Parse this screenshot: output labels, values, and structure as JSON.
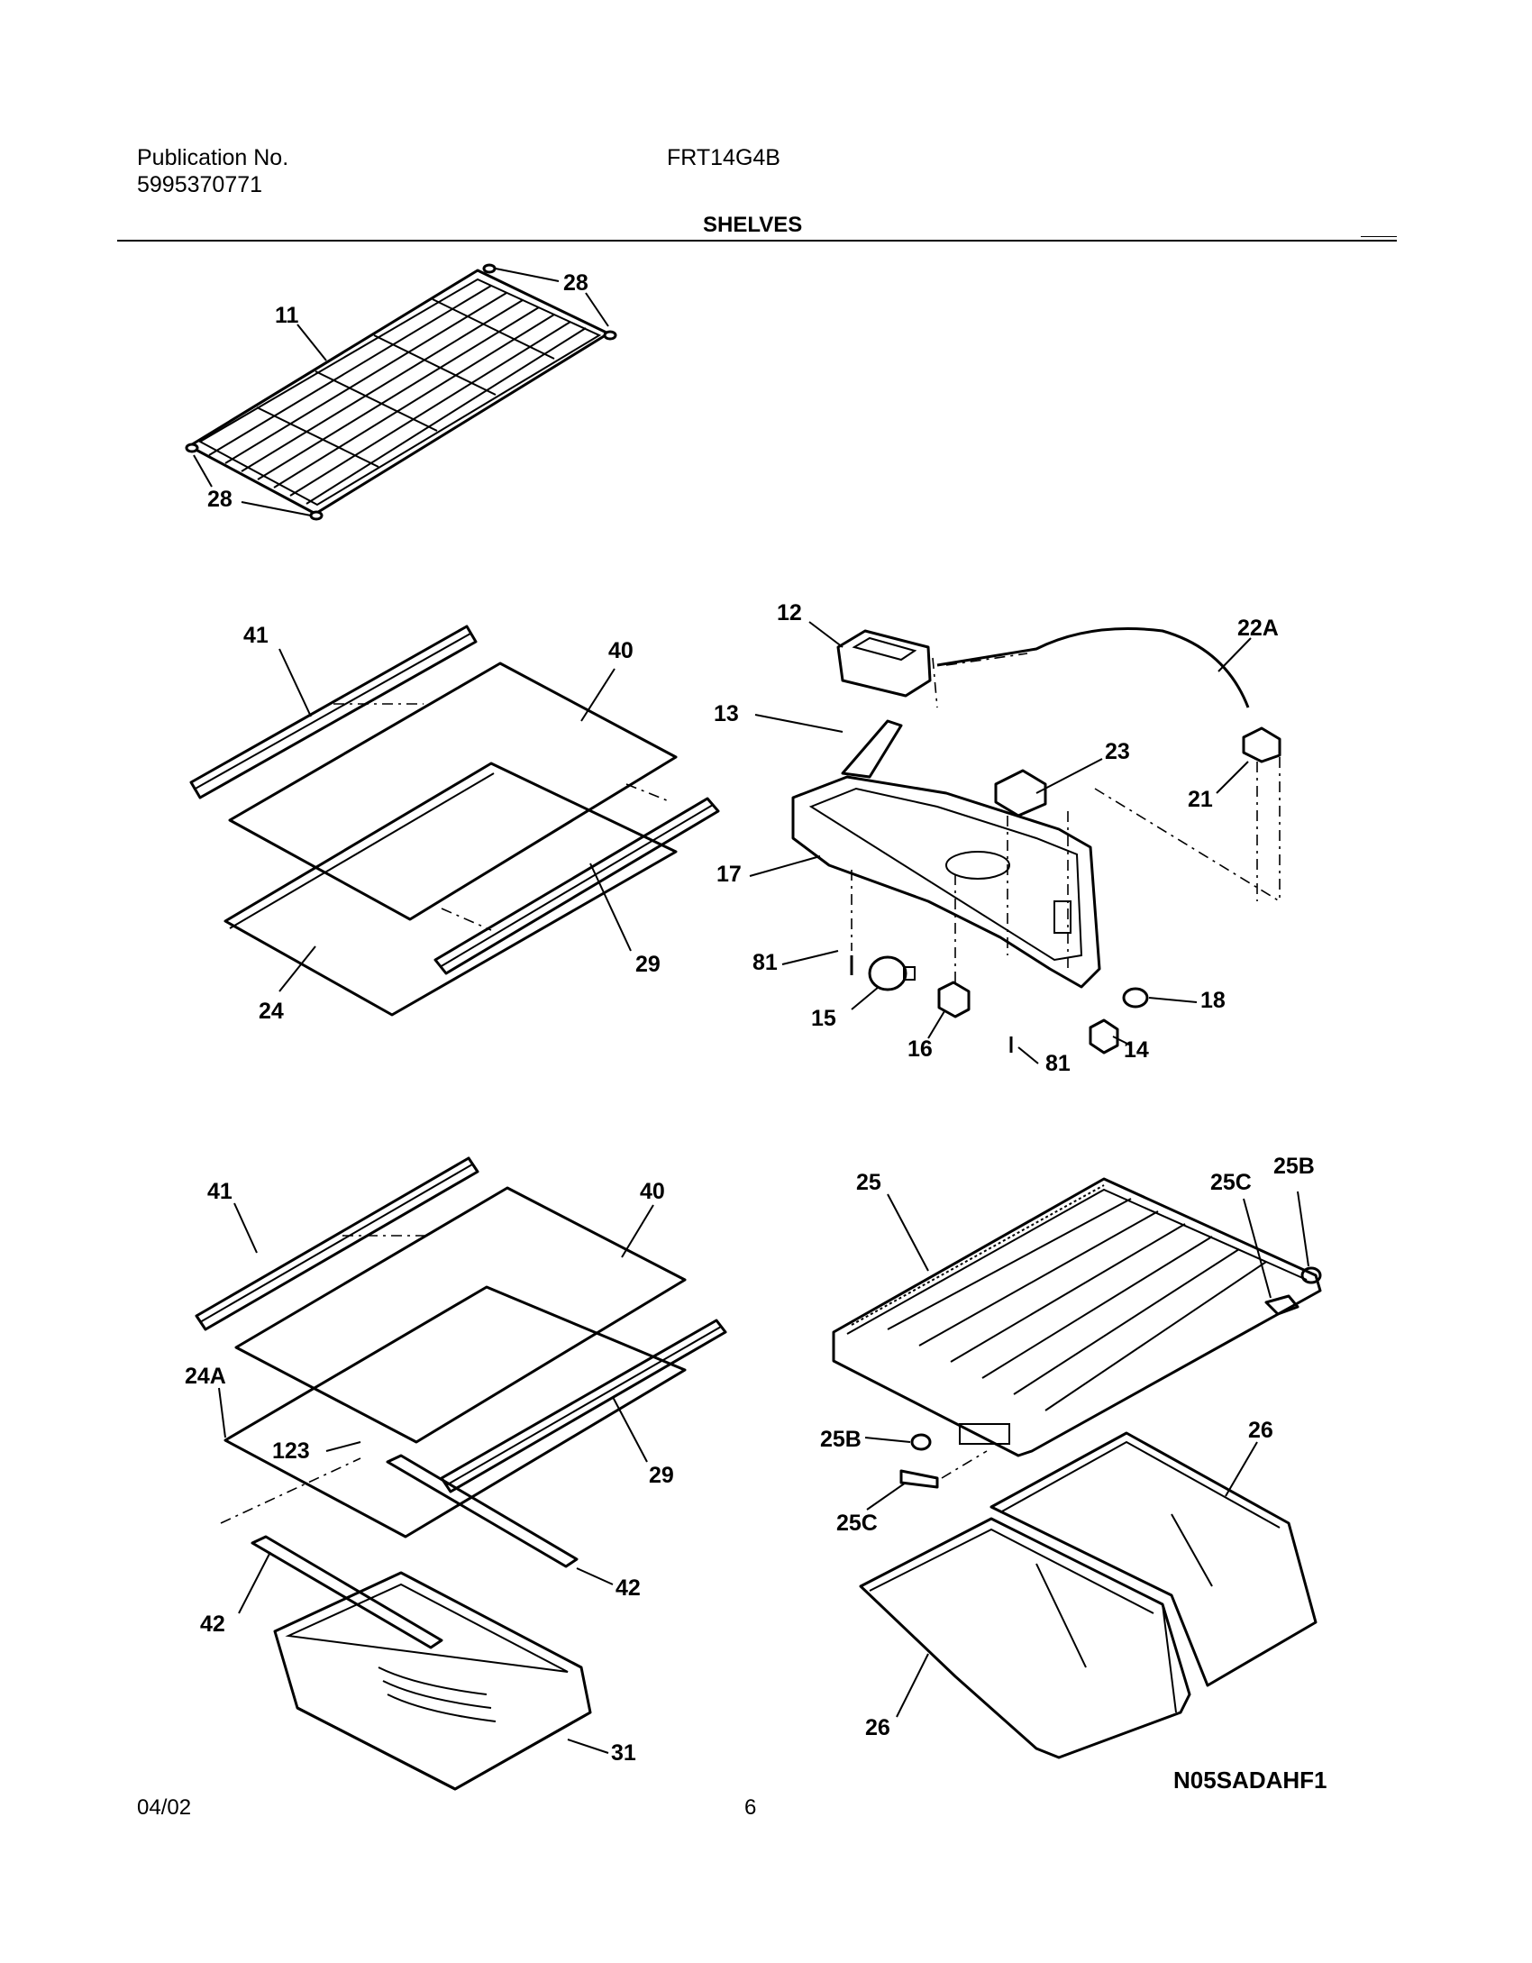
{
  "header": {
    "publication_label": "Publication No.",
    "publication_number": "5995370771",
    "model": "FRT14G4B",
    "section_title": "SHELVES"
  },
  "footer": {
    "date": "04/02",
    "page_number": "6",
    "diagram_id": "N05SADAHF1"
  },
  "callouts": {
    "wire_shelf": "11",
    "shelf_stop": "28",
    "glass_shelf": "40",
    "shelf_front_trim": "41",
    "shelf_rear_trim": "29",
    "shelf_frame": "24",
    "shelf_frame_crisper": "24A",
    "control_housing": "17",
    "control_knob": "12",
    "damper": "13",
    "light_shield_lamp": "15",
    "light_socket": "16",
    "screw": "81",
    "switch": "14",
    "plug_button": "18",
    "thermostat": "23",
    "wire_harness": "22A",
    "connector": "21",
    "crisper_cover": "25",
    "cover_support_b": "25B",
    "cover_support_c": "25C",
    "crisper_pan": "26",
    "meat_pan": "31",
    "pan_slide": "42",
    "screw_123": "123"
  }
}
